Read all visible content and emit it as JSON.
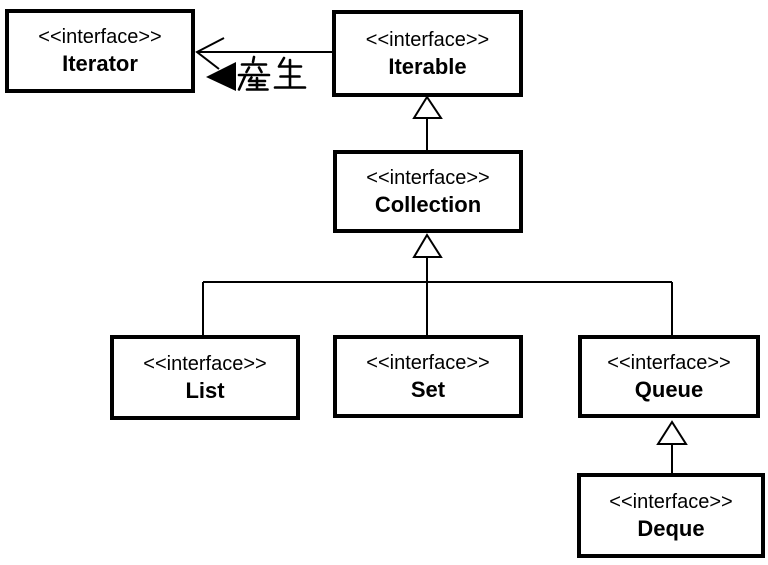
{
  "diagram_type": "uml-class-diagram",
  "colors": {
    "line": "#000000",
    "box_border": "#000000",
    "box_fill": "#ffffff",
    "text": "#000000",
    "background": "#ffffff"
  },
  "nodes": [
    {
      "stereotype": "<<interface>>",
      "name": "Iterator"
    },
    {
      "stereotype": "<<interface>>",
      "name": "Iterable"
    },
    {
      "stereotype": "<<interface>>",
      "name": "Collection"
    },
    {
      "stereotype": "<<interface>>",
      "name": "List"
    },
    {
      "stereotype": "<<interface>>",
      "name": "Set"
    },
    {
      "stereotype": "<<interface>>",
      "name": "Queue"
    },
    {
      "stereotype": "<<interface>>",
      "name": "Deque"
    }
  ],
  "relationships": [
    {
      "type": "directed-association",
      "from": "Iterable",
      "to": "Iterator",
      "label": "產生"
    },
    {
      "type": "generalization",
      "from": "Collection",
      "to": "Iterable"
    },
    {
      "type": "generalization",
      "from": "List",
      "to": "Collection"
    },
    {
      "type": "generalization",
      "from": "Set",
      "to": "Collection"
    },
    {
      "type": "generalization",
      "from": "Queue",
      "to": "Collection"
    },
    {
      "type": "generalization",
      "from": "Deque",
      "to": "Queue"
    }
  ]
}
